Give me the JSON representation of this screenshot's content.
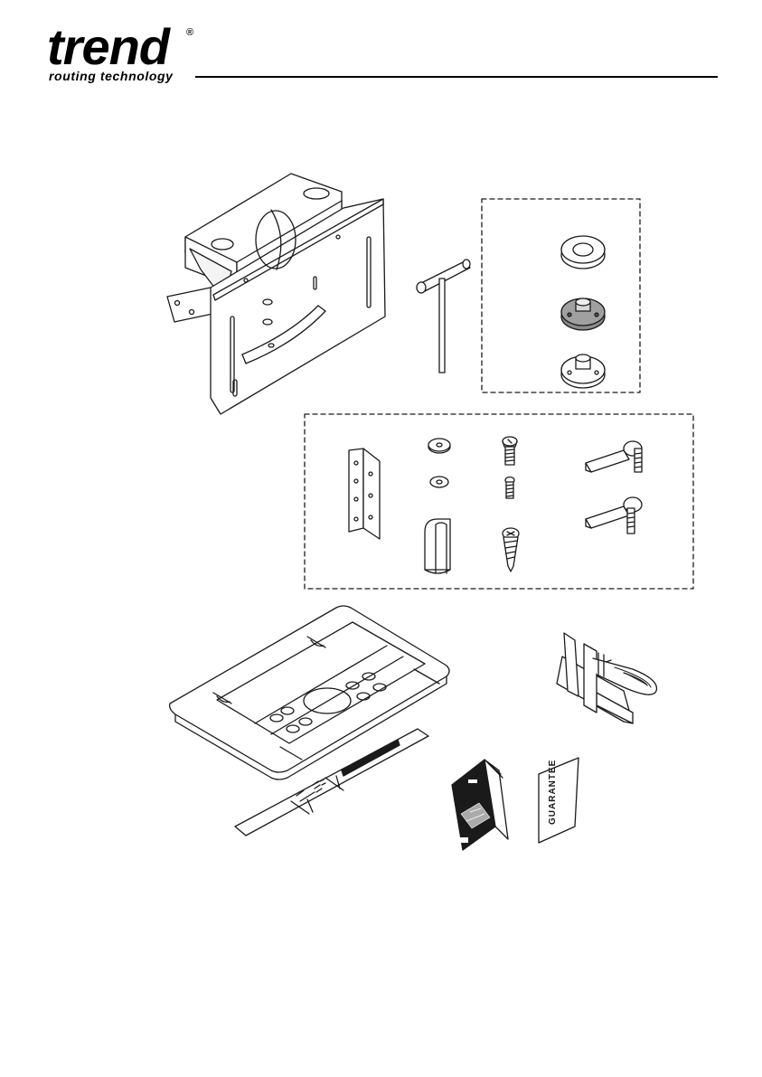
{
  "header": {
    "brand": "trend",
    "registered": "®",
    "tagline": "routing technology"
  },
  "guarantee_card": {
    "label": "GUARANTEE"
  },
  "colors": {
    "ink": "#1a1a1a",
    "paper": "#ffffff",
    "shade": "#8a8a8a"
  }
}
